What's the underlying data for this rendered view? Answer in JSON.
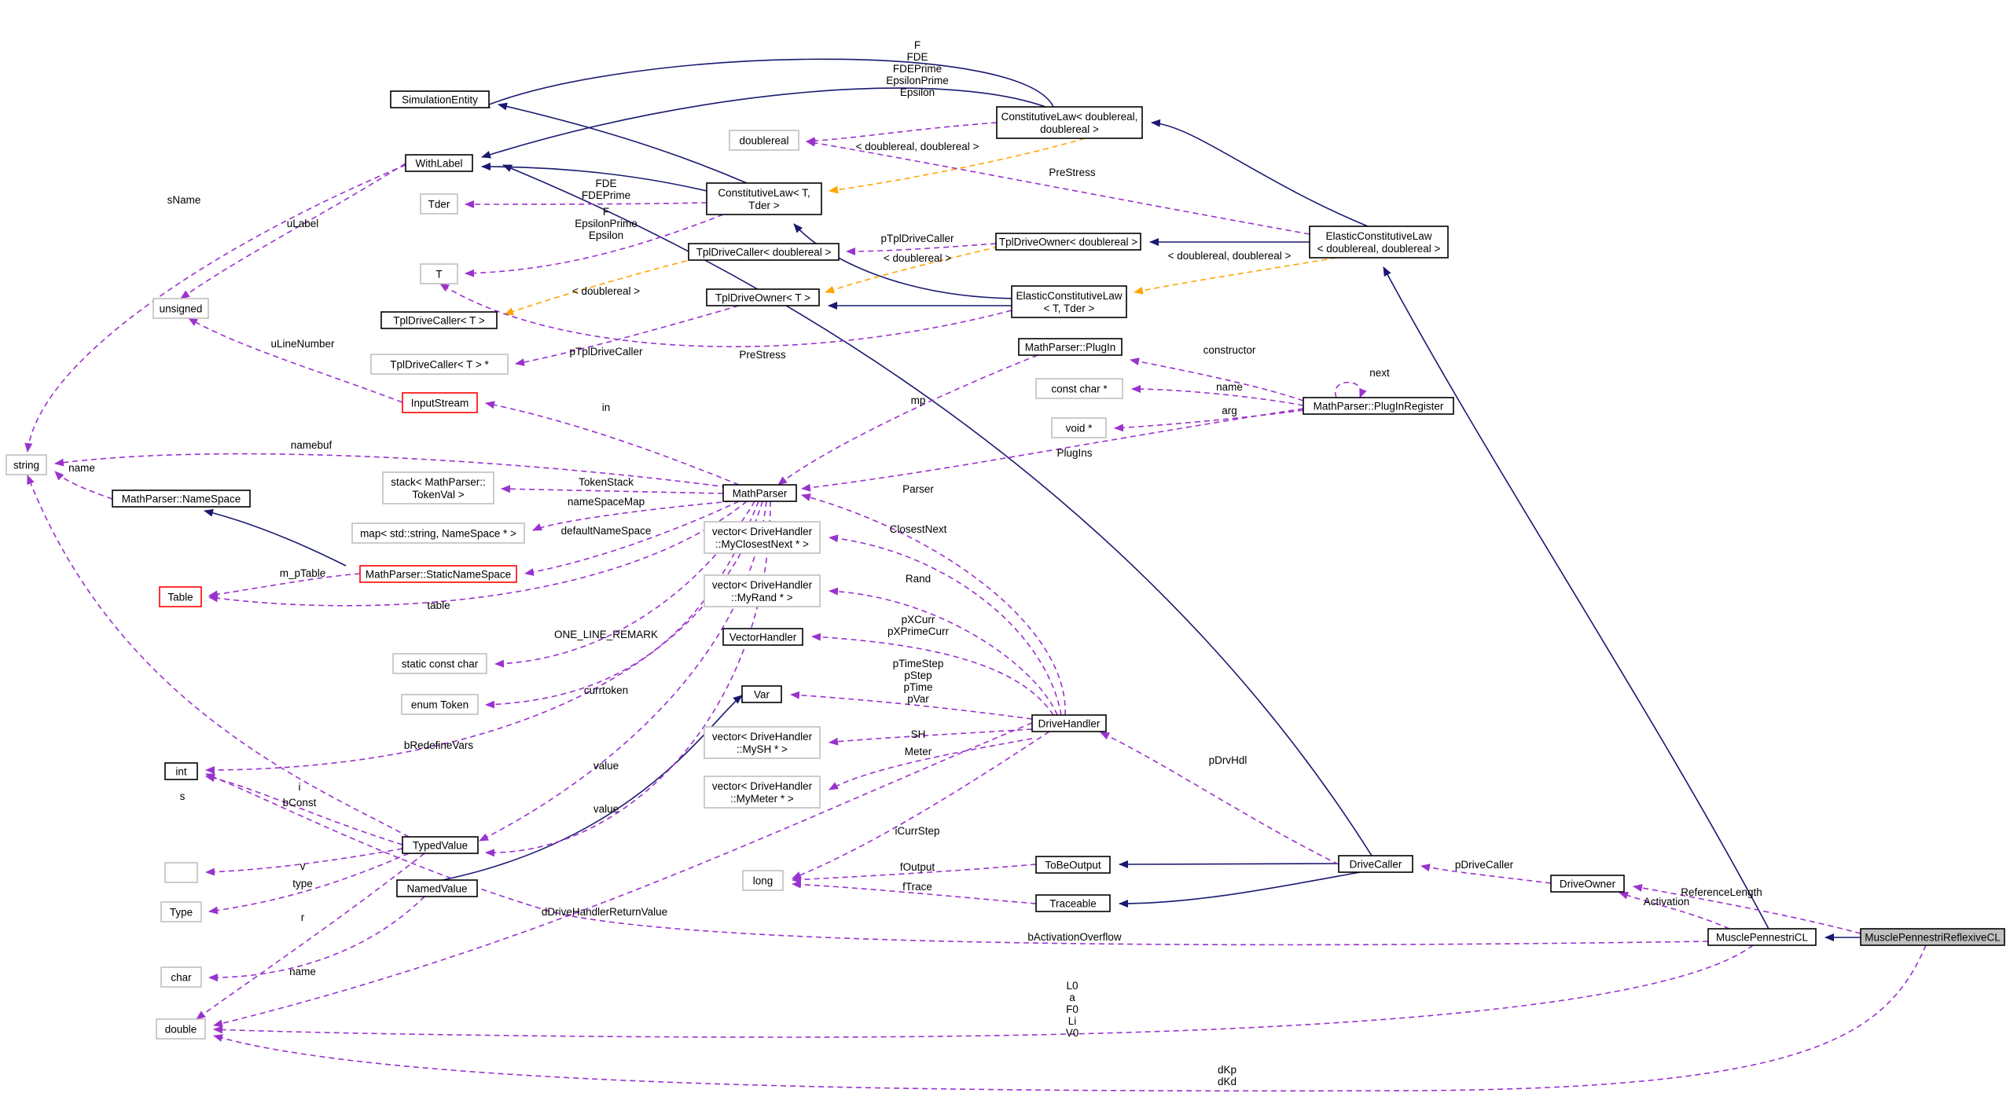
{
  "colors": {
    "inherit": "#191970",
    "usage": "#9a32cd",
    "template": "#ffa500",
    "border_normal": "#000000",
    "border_external": "#bfbfbf",
    "border_truncated": "#ff0000",
    "focus_fill": "#bfbfbf"
  },
  "nodes": {
    "n_muscle_reflexive": {
      "label": "MusclePennestriReflexiveCL"
    },
    "n_muscle_cl": {
      "label": "MusclePennestriCL"
    },
    "n_driveowner": {
      "label": "DriveOwner"
    },
    "n_drivecaller": {
      "label": "DriveCaller"
    },
    "n_tobeoutput": {
      "label": "ToBeOutput"
    },
    "n_traceable": {
      "label": "Traceable"
    },
    "n_long": {
      "label": "long"
    },
    "n_drivehandler": {
      "label": "DriveHandler"
    },
    "n_var": {
      "label": "Var"
    },
    "n_namedvalue": {
      "label": "NamedValue"
    },
    "n_typedvalue": {
      "label": "TypedValue"
    },
    "n_int": {
      "label": "int"
    },
    "n_blank": {
      "label": ""
    },
    "n_type": {
      "label": "Type"
    },
    "n_char": {
      "label": "char"
    },
    "n_double": {
      "label": "double"
    },
    "n_string": {
      "label": "string"
    },
    "n_namespace": {
      "label": "MathParser::NameSpace"
    },
    "n_staticnamespace": {
      "label": "MathParser::StaticNameSpace"
    },
    "n_table": {
      "label": "Table"
    },
    "n_mathparser": {
      "label": "MathParser"
    },
    "n_stack_tokenval": {
      "label": [
        "stack< MathParser::",
        "TokenVal >"
      ]
    },
    "n_map_namespace": {
      "label": "map< std::string, NameSpace * >"
    },
    "n_static_const_char": {
      "label": "static const char"
    },
    "n_enum_token": {
      "label": "enum Token"
    },
    "n_inputstream": {
      "label": "InputStream"
    },
    "n_withlabel": {
      "label": "WithLabel"
    },
    "n_simulationentity": {
      "label": "SimulationEntity"
    },
    "n_unsigned": {
      "label": "unsigned"
    },
    "n_tder": {
      "label": "Tder"
    },
    "n_t": {
      "label": "T"
    },
    "n_tpldrivecaller_t": {
      "label": "TplDriveCaller< T >"
    },
    "n_tpldrivecaller_t_ptr": {
      "label": "TplDriveCaller< T > *"
    },
    "n_doublereal": {
      "label": "doublereal"
    },
    "n_constlaw_t": {
      "label": [
        "ConstitutiveLaw< T,",
        "Tder >"
      ]
    },
    "n_tpldrivecaller_dbl": {
      "label": "TplDriveCaller< doublereal >"
    },
    "n_tpldriveowner_t": {
      "label": "TplDriveOwner< T >"
    },
    "n_constlaw_dbl": {
      "label": [
        "ConstitutiveLaw< doublereal,",
        "doublereal >"
      ]
    },
    "n_tpldriveowner_dbl": {
      "label": "TplDriveOwner< doublereal >"
    },
    "n_elastic_t": {
      "label": [
        "ElasticConstitutiveLaw",
        "< T, Tder >"
      ]
    },
    "n_elastic_dbl": {
      "label": [
        "ElasticConstitutiveLaw",
        "< doublereal, doublereal >"
      ]
    },
    "n_plugin": {
      "label": "MathParser::PlugIn"
    },
    "n_const_char_ptr": {
      "label": "const char *"
    },
    "n_void_ptr": {
      "label": "void *"
    },
    "n_pluginregister": {
      "label": "MathParser::PlugInRegister"
    },
    "n_vec_closestnext": {
      "label": [
        "vector< DriveHandler",
        "::MyClosestNext * >"
      ]
    },
    "n_vec_rand": {
      "label": [
        "vector< DriveHandler",
        "::MyRand * >"
      ]
    },
    "n_vectorhandler": {
      "label": "VectorHandler"
    },
    "n_vec_sh": {
      "label": [
        "vector< DriveHandler",
        "::MySH * >"
      ]
    },
    "n_vec_meter": {
      "label": [
        "vector< DriveHandler",
        "::MyMeter * >"
      ]
    }
  },
  "edge_labels": {
    "el_reflength": "ReferenceLength",
    "el_activation": "Activation",
    "el_pdrivecaller": "pDriveCaller",
    "el_pdrvhdl": "pDrvHdl",
    "el_icurrstep": "iCurrStep",
    "el_foutput": "fOutput",
    "el_ftrace": "fTrace",
    "el_bactoverflow": "bActivationOverflow",
    "el_dhreturn": "dDriveHandlerReturnValue",
    "el_l0": [
      "L0",
      "a",
      "F0",
      "Li",
      "V0"
    ],
    "el_dkp": [
      "dKp",
      "dKd"
    ],
    "el_sh": "SH",
    "el_meter": "Meter",
    "el_ptimestep": [
      "pTimeStep",
      "pStep",
      "pTime",
      "pVar"
    ],
    "el_pxcurr": [
      "pXCurr",
      "pXPrimeCurr"
    ],
    "el_rand": "Rand",
    "el_closestnext": "ClosestNext",
    "el_parser": "Parser",
    "el_plugins": "PlugIns",
    "el_mp": "mp",
    "el_in": "in",
    "el_namebuf": "namebuf",
    "el_tokenstack": "TokenStack",
    "el_namespacemap": "nameSpaceMap",
    "el_defaultnamespace": "defaultNameSpace",
    "el_table": "table",
    "el_mptable": "m_pTable",
    "el_one_line": "ONE_LINE_REMARK",
    "el_currtoken": "currtoken",
    "el_bredefine": "bRedefineVars",
    "el_value1": "value",
    "el_value2": "value",
    "el_s": "s",
    "el_i": "i",
    "el_bconst": "bConst",
    "el_v": "v",
    "el_type": "type",
    "el_r": "r",
    "el_name_char": "name",
    "el_name_string": "name",
    "el_snames": "sName",
    "el_ulabel": "uLabel",
    "el_ulinenumber": "uLineNumber",
    "el_fde_tder": [
      "FDE",
      "FDEPrime"
    ],
    "el_f_t": [
      "F",
      "EpsilonPrime",
      "Epsilon"
    ],
    "el_dbl_tpl": "< doublereal >",
    "el_ptpldrivecaller_t": "pTplDriveCaller",
    "el_prestress_t": "PreStress",
    "el_f_dbl": [
      "F",
      "FDE",
      "FDEPrime",
      "EpsilonPrime",
      "Epsilon"
    ],
    "el_dbl_dbl": "< doublereal, doublereal >",
    "el_prestress_dbl": "PreStress",
    "el_ptpldrivecaller_dbl": "pTplDriveCaller",
    "el_dbl_owner": "< doublereal >",
    "el_dbl_dbl2": "< doublereal, doublereal >",
    "el_constructor": "constructor",
    "el_name_cc": "name",
    "el_arg": "arg",
    "el_next": "next"
  }
}
